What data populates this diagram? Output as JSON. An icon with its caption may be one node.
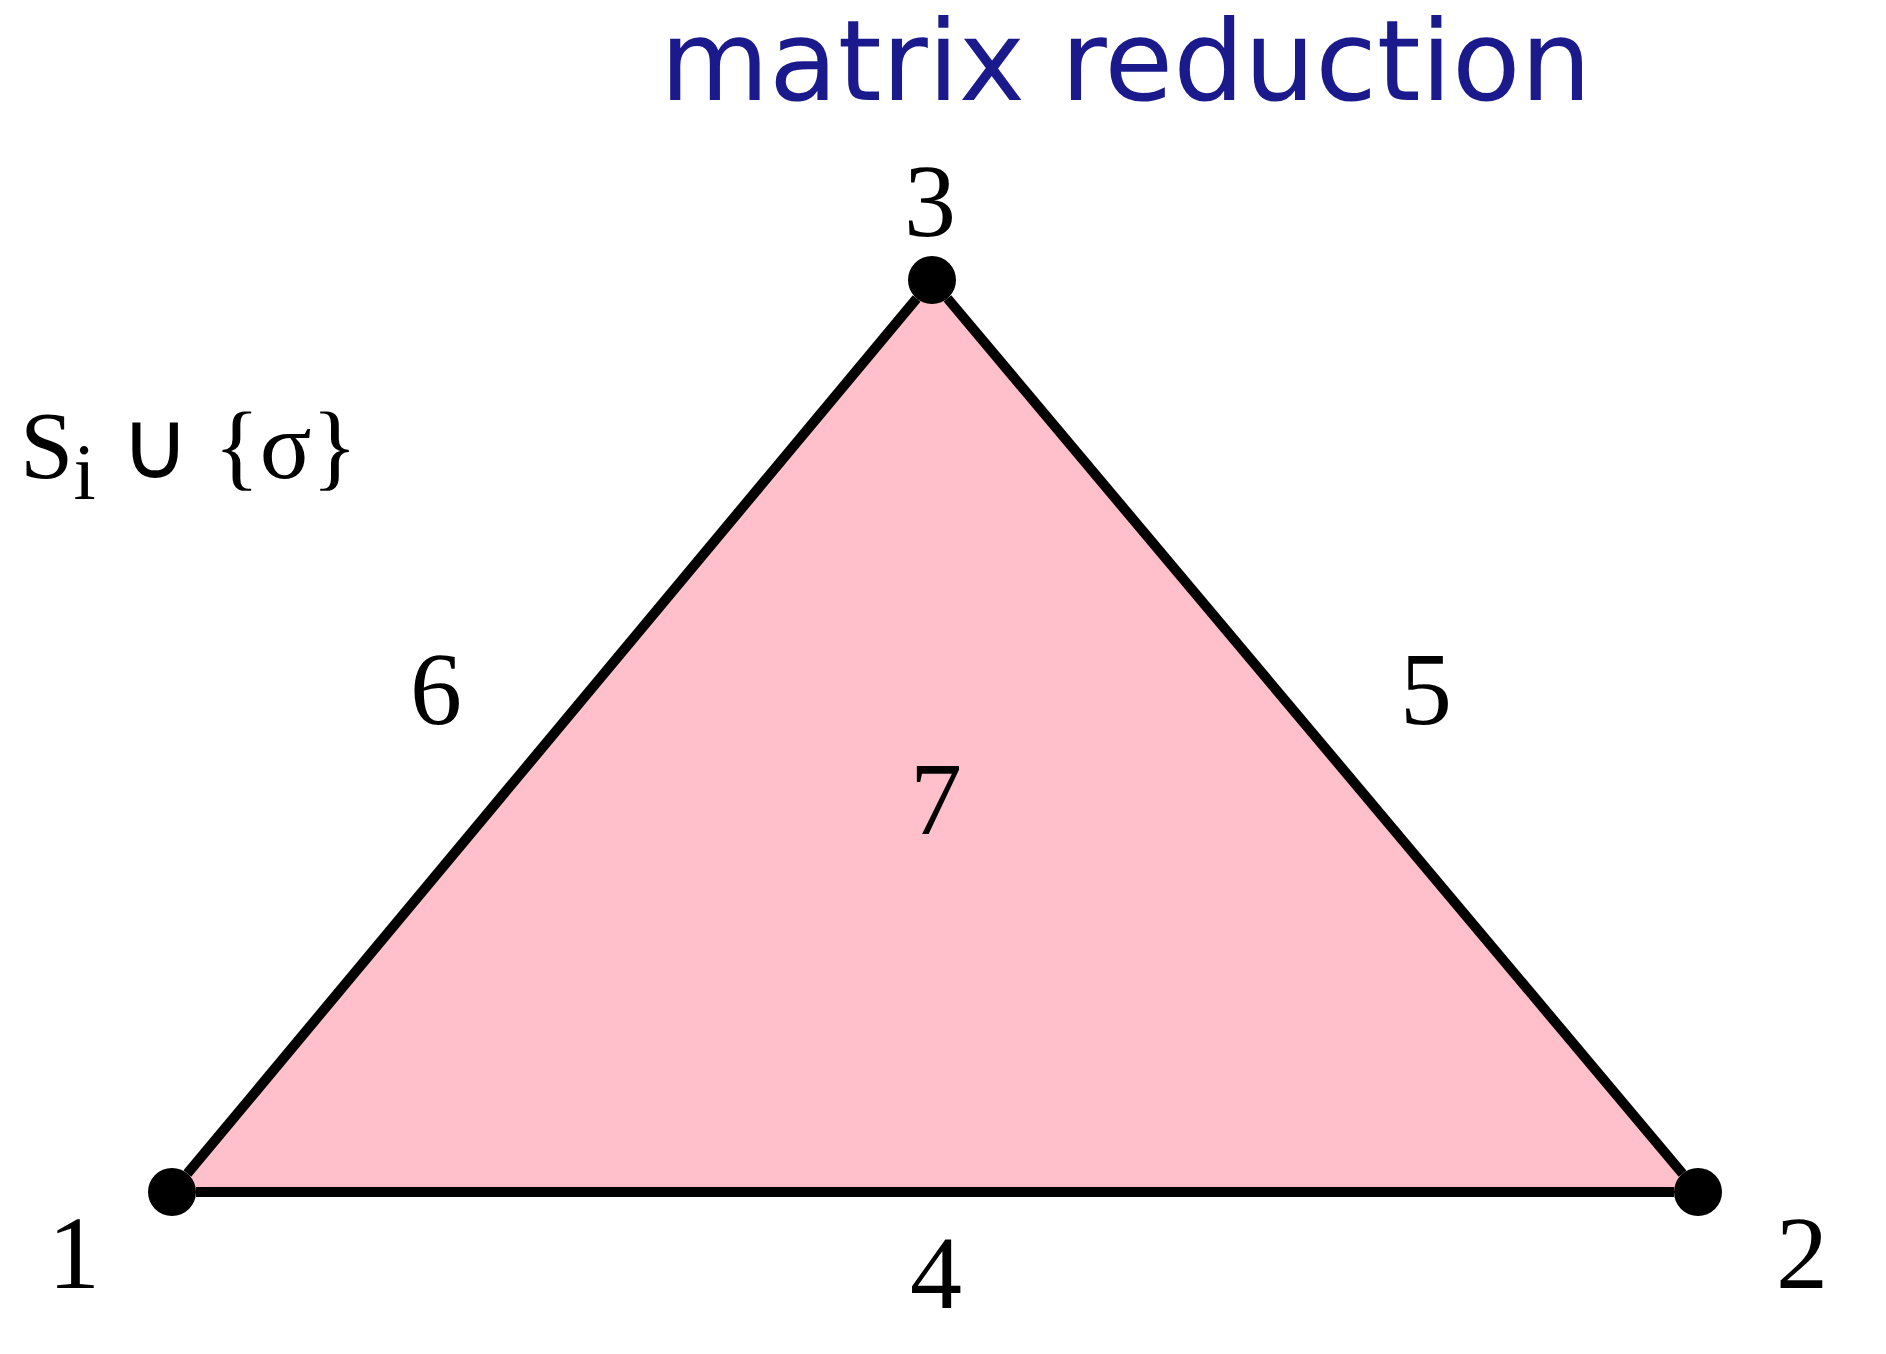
{
  "diagram": {
    "title": "matrix reduction",
    "nodes": [
      {
        "text": [],
        "shape": "circle",
        "beside": [
          "3"
        ]
      },
      {
        "text": [
          "7"
        ]
      },
      {
        "text": [],
        "shape": "circle",
        "beside": [
          "1"
        ]
      },
      {
        "text": [],
        "shape": "circle",
        "beside": [
          "2"
        ]
      }
    ],
    "edges": [
      {
        "from": 2,
        "to": 3,
        "arrow": "none",
        "label": "4"
      },
      {
        "from": 3,
        "to": 0,
        "arrow": "none",
        "label": "5"
      },
      {
        "from": 2,
        "to": 0,
        "arrow": "none",
        "label": "6"
      }
    ],
    "labels": [
      "S$_{i}$ ∪ {σ}"
    ]
  }
}
